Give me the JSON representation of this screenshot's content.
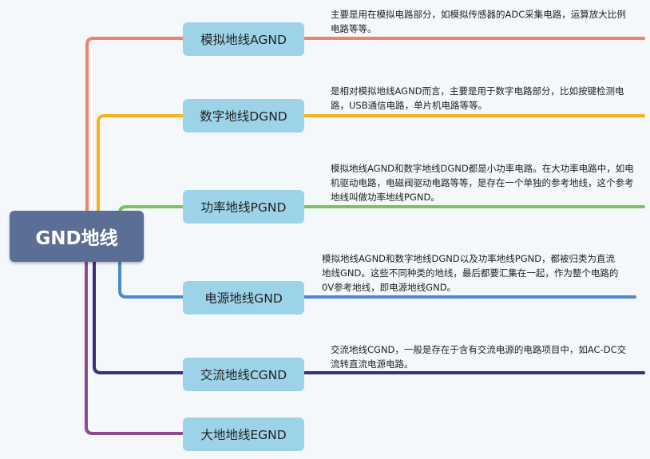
{
  "root": {
    "label": "GND地线"
  },
  "branches": [
    {
      "label": "模拟地线AGND",
      "color": "#f08070",
      "description": "主要是用在模拟电路部分，如模拟传感器的ADC采集电路，运算放大比例电路等等。"
    },
    {
      "label": "数字地线DGND",
      "color": "#f7b21b",
      "description": "是相对模拟地线AGND而言，主要是用于数字电路部分，比如按键检测电路，USB通信电路，单片机电路等等。"
    },
    {
      "label": "功率地线PGND",
      "color": "#7cc35a",
      "description": "模拟地线AGND和数字地线DGND都是小功率电路。在大功率电路中，如电机驱动电路，电磁阀驱动电路等等，是存在一个单独的参考地线，这个参考地线叫做功率地线PGND。"
    },
    {
      "label": "电源地线GND",
      "color": "#4a8ac9",
      "description": "模拟地线AGND和数字地线DGND以及功率地线PGND，都被归类为直流地线GND。这些不同种类的地线，最后都要汇集在一起，作为整个电路的0V参考地线，即电源地线GND。"
    },
    {
      "label": "交流地线CGND",
      "color": "#3a2f78",
      "description": "交流地线CGND，一般是存在于含有交流电源的电路项目中，如AC-DC交流转直流电源电路。"
    },
    {
      "label": "大地地线EGND",
      "color": "#8e4a8e",
      "description": ""
    }
  ]
}
